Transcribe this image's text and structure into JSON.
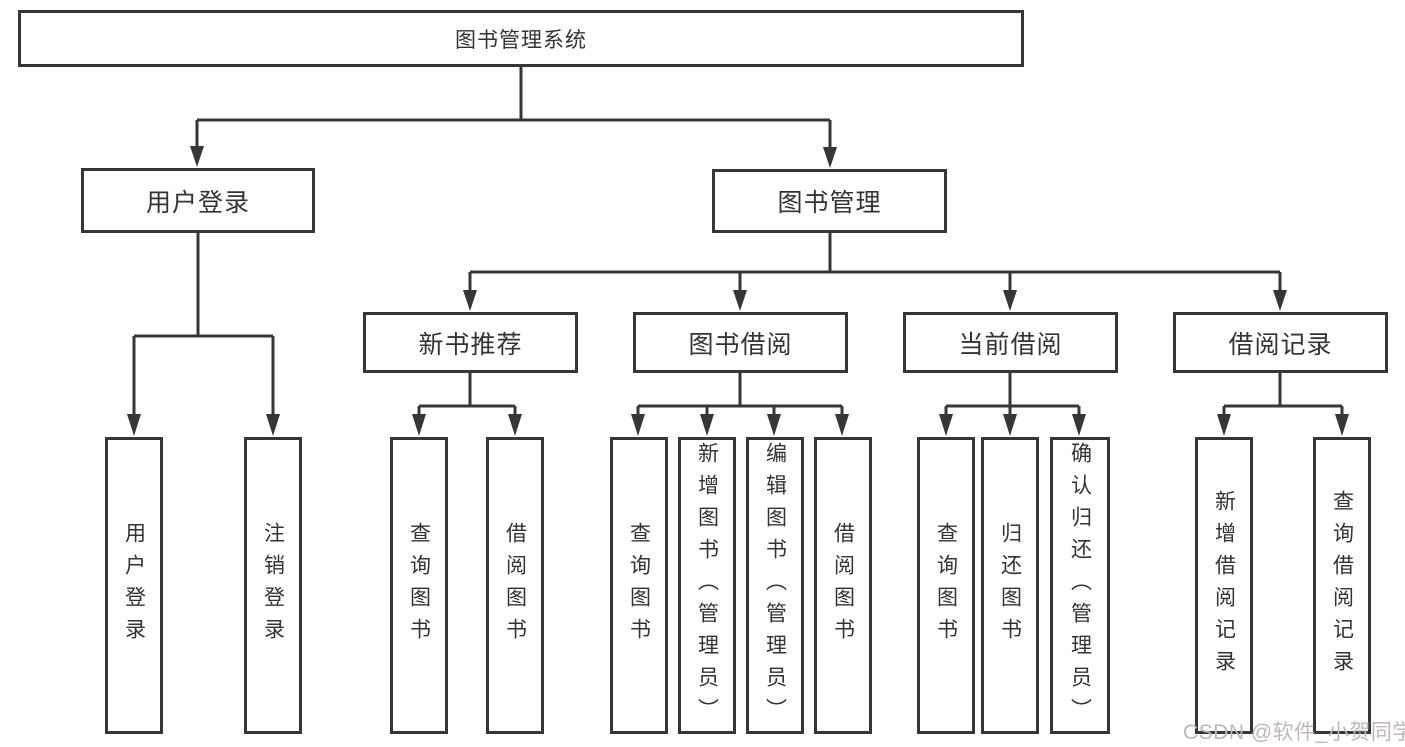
{
  "diagram": {
    "root": {
      "label": "图书管理系统"
    },
    "level2": [
      {
        "label": "用户登录"
      },
      {
        "label": "图书管理"
      }
    ],
    "level3": [
      {
        "label": "新书推荐"
      },
      {
        "label": "图书借阅"
      },
      {
        "label": "当前借阅"
      },
      {
        "label": "借阅记录"
      }
    ],
    "leaves": {
      "user_login": [
        {
          "label": "用户登录"
        },
        {
          "label": "注销登录"
        }
      ],
      "new_book_recommend": [
        {
          "label": "查询图书"
        },
        {
          "label": "借阅图书"
        }
      ],
      "book_borrow": [
        {
          "label": "查询图书"
        },
        {
          "label": "新增图书（管理员）"
        },
        {
          "label": "编辑图书（管理员）"
        },
        {
          "label": "借阅图书"
        }
      ],
      "current_borrow": [
        {
          "label": "查询图书"
        },
        {
          "label": "归还图书"
        },
        {
          "label": "确认归还（管理员）"
        }
      ],
      "borrow_records": [
        {
          "label": "新增借阅记录"
        },
        {
          "label": "查询借阅记录"
        }
      ]
    },
    "watermark": {
      "text": "CSDN @软件_小贺同学"
    },
    "colors": {
      "line": "#363636",
      "text": "#333333",
      "watermark": "#c0b6b6",
      "background": "#ffffff"
    }
  }
}
